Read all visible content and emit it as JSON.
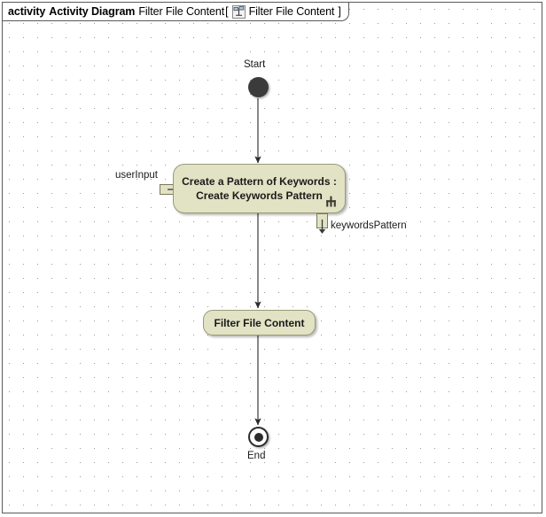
{
  "frame": {
    "keyword": "activity",
    "type_label": "Activity Diagram",
    "diagram_name": "Filter File Content",
    "bracket_open": "[",
    "bracket_close": "]",
    "reference_name": "Filter File Content",
    "icon": "activity-diagram-icon"
  },
  "theme": {
    "node_fill": "#e2e2c4",
    "node_border": "#9a9a7a",
    "edge_color": "#555555",
    "marker_color": "#2b2b2b",
    "frame_border": "#5a5a5a",
    "grid_dot": "#9a9a9a",
    "canvas_bg": "#ffffff"
  },
  "nodes": [
    {
      "id": "start",
      "kind": "initial-node",
      "label": "Start",
      "label_position": "above"
    },
    {
      "id": "create-keywords-pattern",
      "kind": "call-behavior-action",
      "line1": "Create a Pattern of Keywords :",
      "line2": "Create Keywords Pattern",
      "rake": "rake-icon"
    },
    {
      "id": "filter-file-content",
      "kind": "action",
      "label": "Filter File Content"
    },
    {
      "id": "end",
      "kind": "final-node",
      "label": "End",
      "label_position": "below"
    }
  ],
  "pins": [
    {
      "id": "user-input-pin",
      "label": "userInput",
      "direction": "input",
      "side": "left"
    },
    {
      "id": "keywords-pattern-pin",
      "label": "keywordsPattern",
      "direction": "output",
      "side": "bottom"
    }
  ],
  "edges": [
    {
      "id": "edge-start-to-create",
      "from": "start",
      "to": "create-keywords-pattern"
    },
    {
      "id": "edge-create-to-filter",
      "from": "create-keywords-pattern",
      "to": "filter-file-content"
    },
    {
      "id": "edge-filter-to-end",
      "from": "filter-file-content",
      "to": "end"
    }
  ]
}
